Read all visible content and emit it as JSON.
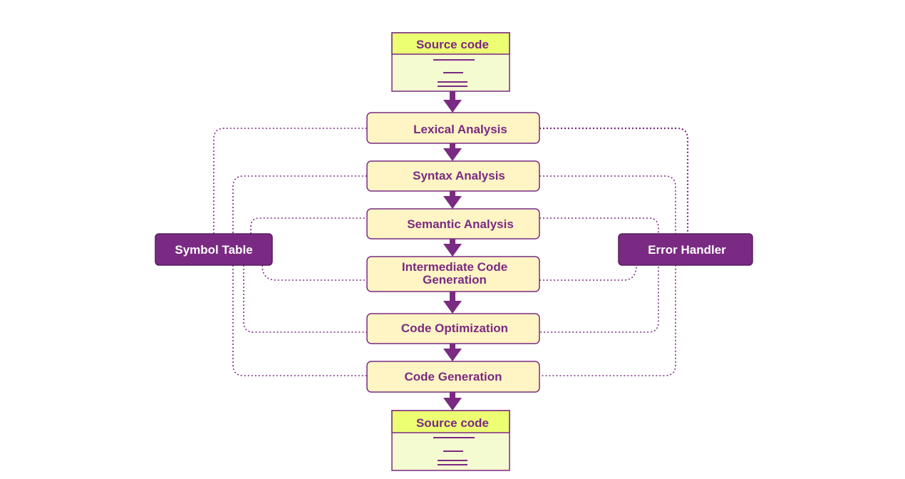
{
  "source_top": {
    "title": "Source code"
  },
  "phases": [
    {
      "label": "Lexical Analysis"
    },
    {
      "label": "Syntax Analysis"
    },
    {
      "label": "Semantic Analysis"
    },
    {
      "label_line1": "Intermediate Code",
      "label_line2": "Generation"
    },
    {
      "label": "Code Optimization"
    },
    {
      "label": "Code Generation"
    }
  ],
  "source_bottom": {
    "title": "Source code"
  },
  "symbol_table": {
    "label": "Symbol Table"
  },
  "error_handler": {
    "label": "Error Handler"
  },
  "colors": {
    "accent": "#7a2a82",
    "phase_fill": "#fff5c4",
    "doc_header_fill": "#ecff73",
    "doc_body_fill": "#f5fbd0",
    "side_fill": "#7a2a82"
  }
}
